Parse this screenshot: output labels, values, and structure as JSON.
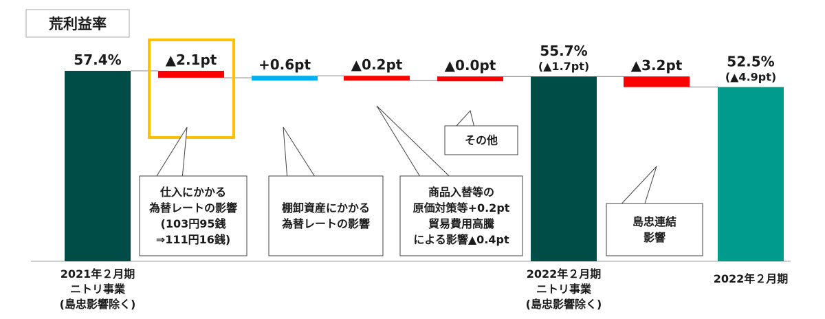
{
  "chart_data": {
    "type": "bar",
    "subtype": "waterfall",
    "title": "荒利益率",
    "xlabel": "",
    "ylabel": "",
    "units": "%",
    "colors": {
      "total_dark": "#004d47",
      "total_teal": "#009b8c",
      "decrease": "#ff0000",
      "increase": "#00b0f0",
      "highlight_border": "#ffc000",
      "text": "#1a1a1a"
    },
    "steps": [
      {
        "kind": "total",
        "value": 57.4,
        "label": "57.4%",
        "category": [
          "2021年２月期",
          "ニトリ事業",
          "(島忠影響除く)"
        ]
      },
      {
        "kind": "delta",
        "value": -2.1,
        "label": "▲2.1pt",
        "note": [
          "仕入にかかる",
          "為替レートの影響",
          "(103円95銭",
          "⇒111円16銭)"
        ],
        "highlighted": true
      },
      {
        "kind": "delta",
        "value": 0.6,
        "label": "+0.6pt",
        "note": [
          "棚卸資産にかかる",
          "為替レートの影響"
        ]
      },
      {
        "kind": "delta",
        "value": -0.2,
        "label": "▲0.2pt",
        "note": [
          "商品入替等の",
          "原価対策等+0.2pt",
          "貿易費用高騰",
          "による影響▲0.4pt"
        ]
      },
      {
        "kind": "delta",
        "value": -0.0,
        "label": "▲0.0pt",
        "note": [
          "その他"
        ]
      },
      {
        "kind": "total",
        "value": 55.7,
        "label": "55.7%",
        "sublabel": "(▲1.7pt)",
        "category": [
          "2022年２月期",
          "ニトリ事業",
          "(島忠影響除く)"
        ]
      },
      {
        "kind": "delta",
        "value": -3.2,
        "label": "▲3.2pt",
        "note": [
          "島忠連結",
          "影響"
        ]
      },
      {
        "kind": "total",
        "value": 52.5,
        "label": "52.5%",
        "sublabel": "(▲4.9pt)",
        "category": [
          "2022年２月期"
        ]
      }
    ]
  }
}
